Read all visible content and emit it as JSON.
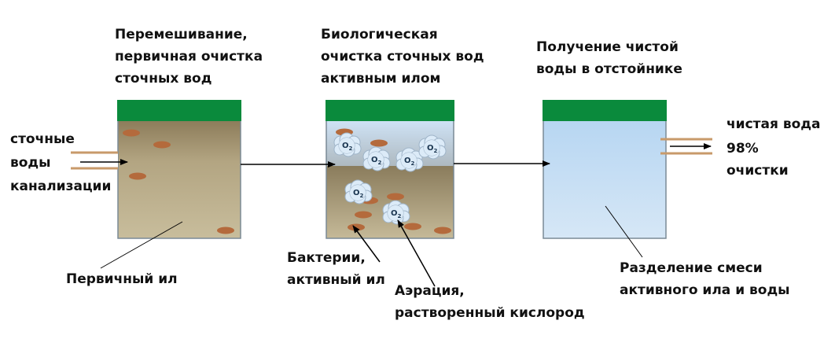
{
  "stages": [
    {
      "title": "Перемешивание,\nпервичная очистка\nсточных вод"
    },
    {
      "title": "Биологическая\nочистка сточных вод\nактивным илом"
    },
    {
      "title": "Получение чистой\nводы в отстойнике"
    }
  ],
  "inlet": {
    "label": "сточные\nводы\nканализации"
  },
  "outlet": {
    "label": "чистая вода",
    "percent": "98%",
    "suffix": "очистки"
  },
  "annotations": {
    "primary_sludge": "Первичный ил",
    "bacteria": "Бактерии,\nактивный ил",
    "aeration": "Аэрация,\nрастворенный кислород",
    "separation": "Разделение смеси\nактивного ила и воды"
  },
  "bubble_label": "O2",
  "colors": {
    "lid": "#0a8a3c",
    "sludge": "#b3a582",
    "water": "#b9d8f0",
    "particle": "#b46a3c",
    "bubble": "#dcebf8"
  }
}
